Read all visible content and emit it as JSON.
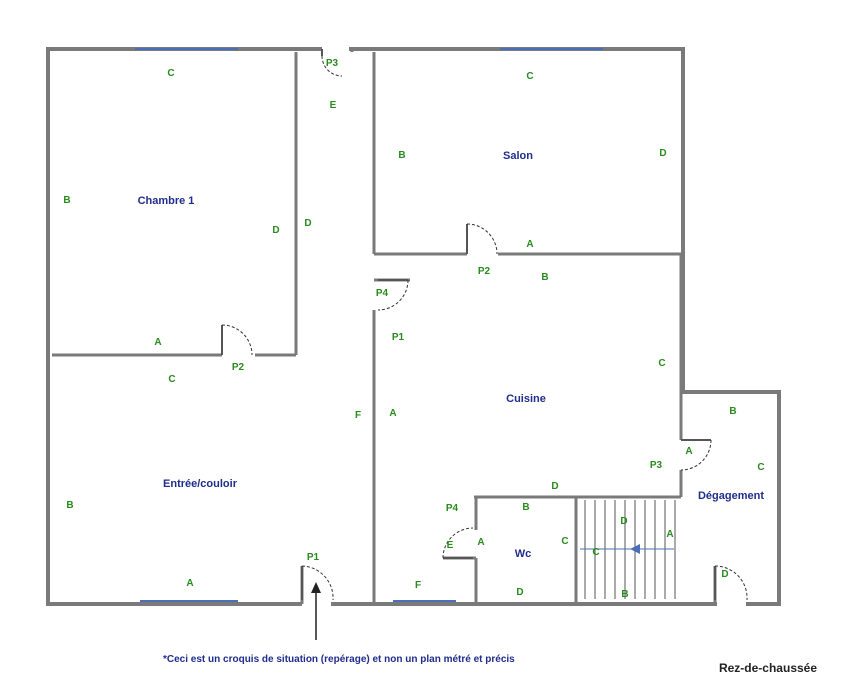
{
  "rooms": {
    "chambre1": "Chambre 1",
    "salon": "Salon",
    "entree": "Entrée/couloir",
    "cuisine": "Cuisine",
    "wc": "Wc",
    "degagement": "Dégagement"
  },
  "wall_labels": {
    "chambre_top": "C",
    "chambre_left": "B",
    "chambre_right": "D",
    "chambre_bottom": "A",
    "corridor_top": "E",
    "corridor_left": "D",
    "corridor_right": "F",
    "salon_top": "C",
    "salon_left": "B",
    "salon_right": "D",
    "salon_bottom": "A",
    "entree_top": "C",
    "entree_left": "B",
    "entree_bottom": "A",
    "cuisine_top": "B",
    "cuisine_right": "C",
    "cuisine_left": "A",
    "cuisine_bottom": "D",
    "cuisine_f": "F",
    "wc_top": "B",
    "wc_left": "A",
    "wc_right": "C",
    "wc_bottom": "D",
    "wc_e": "E",
    "stair_d": "D",
    "stair_a": "A",
    "stair_c": "C",
    "stair_b": "B",
    "deg_top": "B",
    "deg_right": "C",
    "deg_left": "A",
    "deg_bottom": "D"
  },
  "doors": {
    "p3_top": "P3",
    "p2_chambre": "P2",
    "p2_salon": "P2",
    "p4_corridor": "P4",
    "p1_cuisine": "P1",
    "p1_entree": "P1",
    "p3_deg": "P3",
    "p4_wc": "P4"
  },
  "note": "*Ceci est un croquis de situation (repérage) et non un plan métré et précis",
  "level": "Rez-de-chaussée",
  "colors": {
    "wall": "#7a7a7a",
    "room_name": "#1f2d8c",
    "wall_label": "#2a8a1f",
    "window": "#4a6fb5"
  }
}
